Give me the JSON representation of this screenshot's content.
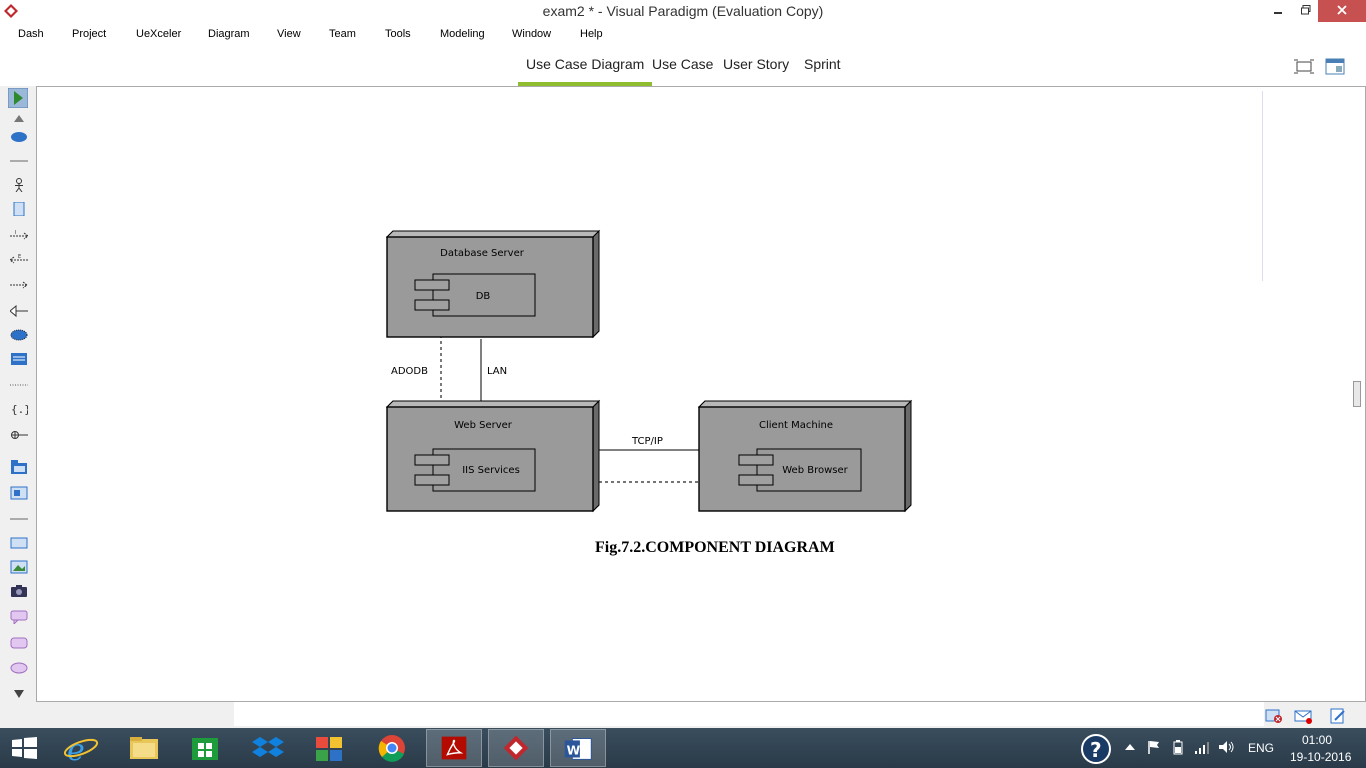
{
  "window": {
    "title": "exam2 * - Visual Paradigm (Evaluation Copy)",
    "minimize_icon": "minimize-icon",
    "maximize_icon": "restore-icon",
    "close_icon": "close-icon"
  },
  "menu": [
    "Dash",
    "Project",
    "UeXceler",
    "Diagram",
    "View",
    "Team",
    "Tools",
    "Modeling",
    "Window",
    "Help"
  ],
  "tabs": [
    {
      "label": "Use Case Diagram",
      "active": true
    },
    {
      "label": "Use Case",
      "active": false
    },
    {
      "label": "User Story",
      "active": false
    },
    {
      "label": "Sprint",
      "active": false
    }
  ],
  "diagram": {
    "nodes": {
      "db_server": {
        "title": "Database Server",
        "component": "DB"
      },
      "web_server": {
        "title": "Web Server",
        "component": "IIS Services"
      },
      "client": {
        "title": "Client Machine",
        "component": "Web Browser"
      }
    },
    "labels": {
      "adodb": "ADODB",
      "lan": "LAN",
      "tcpip": "TCP/IP"
    },
    "caption": "Fig.7.2.COMPONENT DIAGRAM"
  },
  "taskbar": {
    "language": "ENG",
    "time": "01:00",
    "date": "19-10-2016"
  },
  "colors": {
    "node_fill": "#9a9a9a",
    "tab_accent": "#8fbd2f",
    "close_button": "#c75050"
  }
}
